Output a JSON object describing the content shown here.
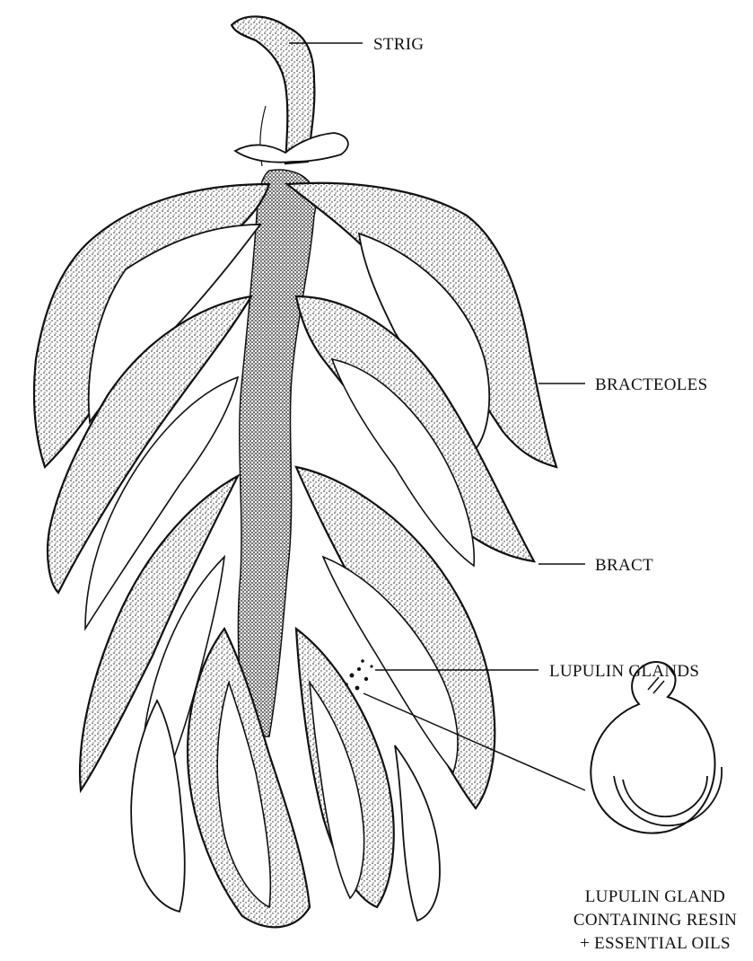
{
  "labels": {
    "strig": "STRIG",
    "bracteoles": "BRACTEOLES",
    "bract": "BRACT",
    "lupulin_glands": "LUPULIN GLANDS",
    "gland_caption_line1": "LUPULIN GLAND",
    "gland_caption_line2": "CONTAINING RESIN",
    "gland_caption_line3": "+ ESSENTIAL OILS"
  },
  "colors": {
    "ink": "#111111",
    "paper": "#ffffff",
    "shade": "#3a3a3a"
  }
}
